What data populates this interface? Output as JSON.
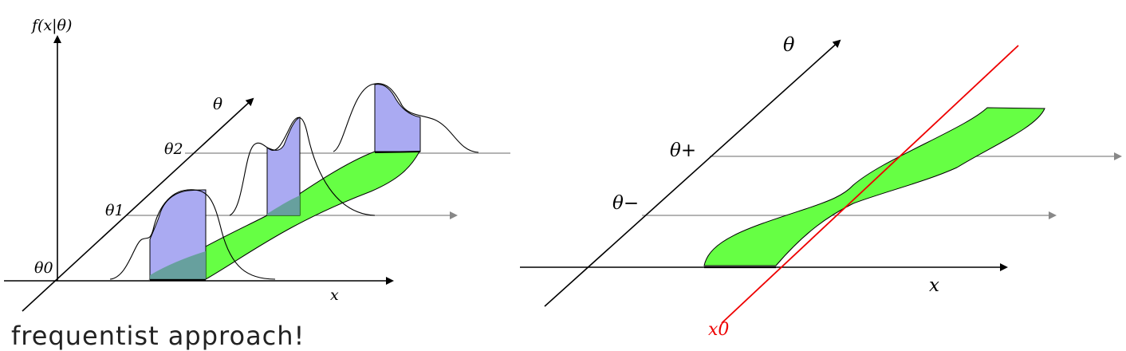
{
  "left_diagram": {
    "f_label": "f(x|θ)",
    "theta_label": "θ",
    "theta_0": "θ0",
    "theta_1": "θ1",
    "theta_2": "θ2",
    "x_label": "x"
  },
  "right_diagram": {
    "theta_label": "θ",
    "theta_plus": "θ+",
    "theta_minus": "θ−",
    "x_label": "x",
    "x0_label": "x0"
  },
  "bottom_partial_text": "frequentist approach!",
  "colors": {
    "band_fill": "#66ff44",
    "pdf_fill": "#aaaaf2",
    "overlap_fill": "#5f9f95",
    "x0_line": "#ee0000",
    "guide_line": "#888888"
  }
}
